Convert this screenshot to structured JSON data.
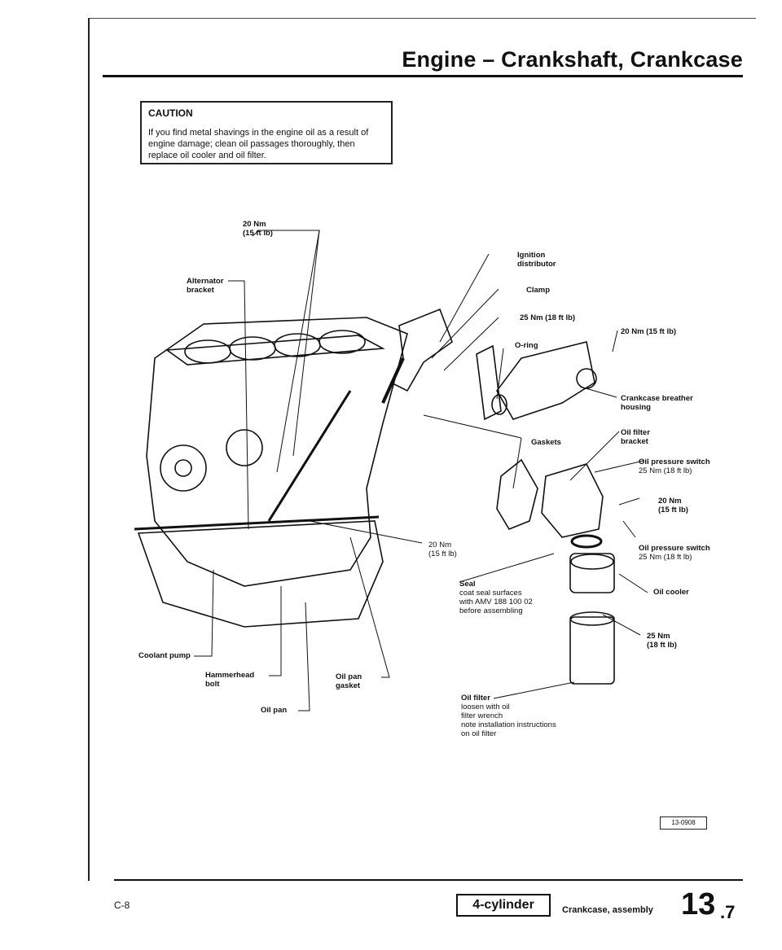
{
  "header": {
    "title": "Engine – Crankshaft, Crankcase"
  },
  "caution": {
    "heading": "CAUTION",
    "text": "If you find metal shavings in the engine oil as a result of engine damage; clean oil passages thoroughly, then replace oil cooler and oil filter."
  },
  "labels": {
    "torque_20_top_a": "20 Nm",
    "torque_20_top_b": "(15 ft lb)",
    "alternator_a": "Alternator",
    "alternator_b": "bracket",
    "ignition_a": "Ignition",
    "ignition_b": "distributor",
    "clamp": "Clamp",
    "torque_25_dist": "25 Nm (18 ft lb)",
    "oring": "O-ring",
    "torque_20_breather": "20 Nm (15 ft lb)",
    "breather_a": "Crankcase breather",
    "breather_b": "housing",
    "gaskets": "Gaskets",
    "filter_bracket_a": "Oil filter",
    "filter_bracket_b": "bracket",
    "ops1_a": "Oil pressure switch",
    "ops1_b": "25 Nm (18 ft lb)",
    "torque_20_right_a": "20 Nm",
    "torque_20_right_b": "(15 ft lb)",
    "torque_20_mid_a": "20 Nm",
    "torque_20_mid_b": "(15 ft lb)",
    "ops2_a": "Oil pressure switch",
    "ops2_b": "25 Nm (18 ft lb)",
    "seal_a": "Seal",
    "seal_b": "coat seal surfaces",
    "seal_c": "with AMV 188 100 02",
    "seal_d": "before assembling",
    "oil_cooler": "Oil cooler",
    "torque_25_a": "25 Nm",
    "torque_25_b": "(18 ft lb)",
    "coolant_pump": "Coolant pump",
    "hammerhead_a": "Hammerhead",
    "hammerhead_b": "bolt",
    "oil_pan_gasket_a": "Oil pan",
    "oil_pan_gasket_b": "gasket",
    "oil_pan": "Oil pan",
    "oil_filter_a": "Oil filter",
    "oil_filter_b": "loosen with oil",
    "oil_filter_c": "filter wrench",
    "oil_filter_d": "note installation instructions",
    "oil_filter_e": "on oil filter"
  },
  "figure_id": "13-0908",
  "footer": {
    "page": "C-8",
    "section_box": "4-cylinder",
    "section_title": "Crankcase, assembly",
    "section_number": "13",
    "section_sub": ".7"
  }
}
